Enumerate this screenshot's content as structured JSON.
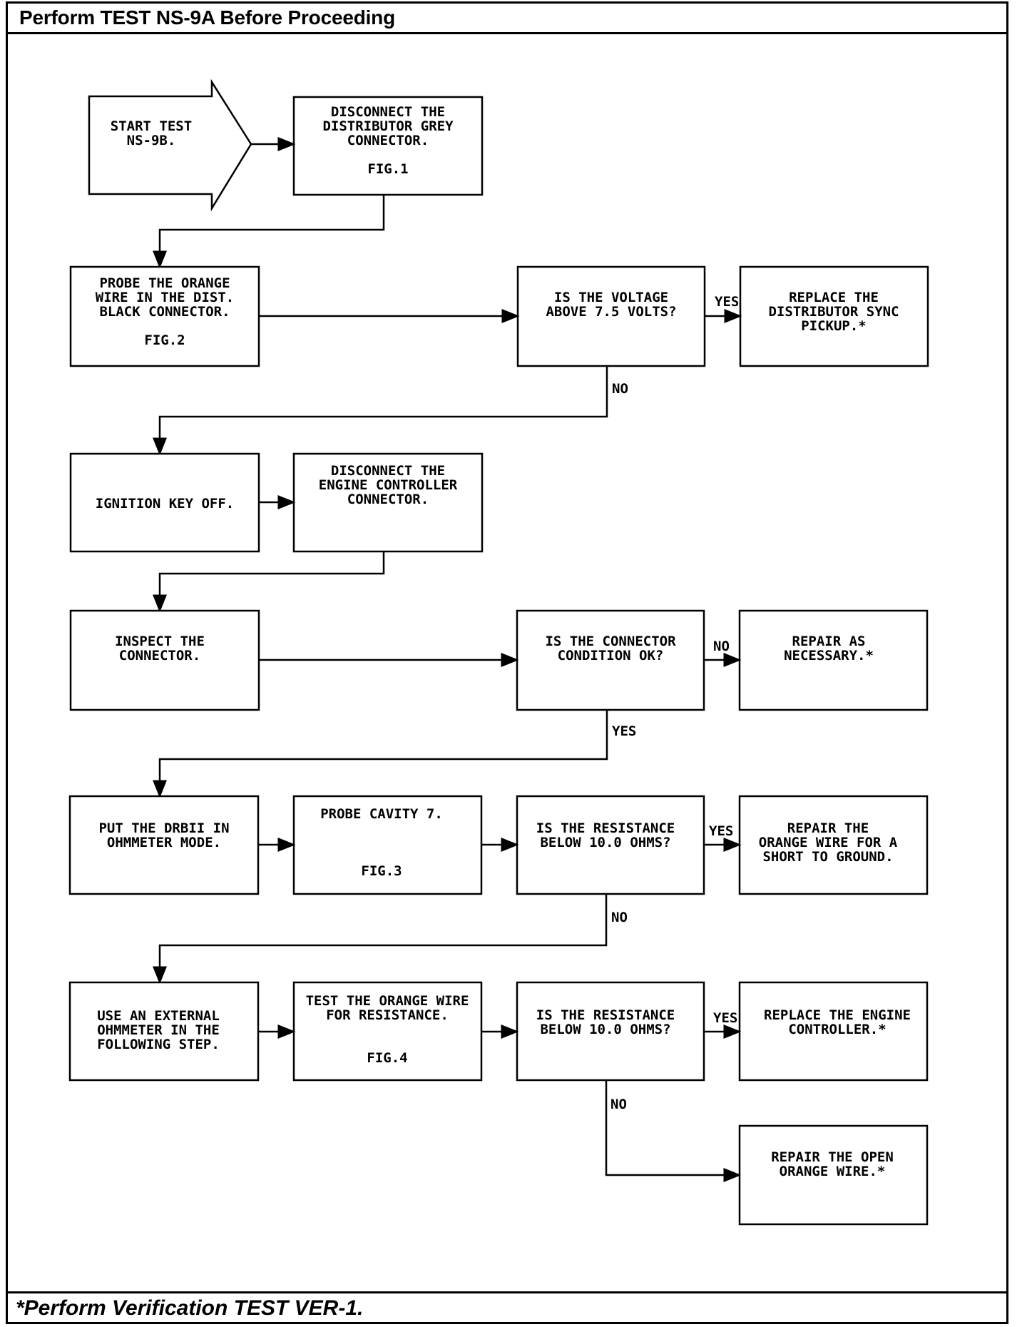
{
  "header": {
    "title": "Perform TEST NS-9A Before Proceeding"
  },
  "footer": {
    "note": "*Perform Verification TEST VER-1."
  },
  "nodes": {
    "start": [
      "START TEST",
      "NS-9B."
    ],
    "disconnect_grey": [
      "DISCONNECT THE",
      "DISTRIBUTOR GREY",
      "CONNECTOR.",
      "",
      "FIG.1"
    ],
    "probe_orange": [
      "PROBE THE ORANGE",
      "WIRE IN THE DIST.",
      "BLACK CONNECTOR.",
      "",
      "FIG.2"
    ],
    "voltage_q": [
      "IS THE VOLTAGE",
      "ABOVE 7.5 VOLTS?"
    ],
    "replace_sync": [
      "REPLACE THE",
      "DISTRIBUTOR SYNC",
      "PICKUP.*"
    ],
    "ignition_off": [
      "IGNITION KEY OFF."
    ],
    "disconnect_engine": [
      "DISCONNECT THE",
      "ENGINE CONTROLLER",
      "CONNECTOR."
    ],
    "inspect": [
      "INSPECT THE",
      "CONNECTOR."
    ],
    "connector_q": [
      "IS THE CONNECTOR",
      "CONDITION OK?"
    ],
    "repair_necessary": [
      "REPAIR AS",
      "NECESSARY.*"
    ],
    "put_drbii": [
      "PUT THE DRBII IN",
      "OHMMETER MODE."
    ],
    "probe_cavity": [
      "PROBE CAVITY 7.",
      "",
      "",
      "",
      "FIG.3"
    ],
    "resistance_q1": [
      "IS THE RESISTANCE",
      "BELOW 10.0 OHMS?"
    ],
    "repair_short": [
      "REPAIR THE",
      "ORANGE WIRE FOR A",
      "SHORT TO GROUND."
    ],
    "use_external": [
      "USE AN EXTERNAL",
      "OHMMETER IN THE",
      "FOLLOWING STEP."
    ],
    "test_orange": [
      "TEST THE ORANGE WIRE",
      "FOR RESISTANCE.",
      "",
      "",
      "FIG.4"
    ],
    "resistance_q2": [
      "IS THE RESISTANCE",
      "BELOW 10.0 OHMS?"
    ],
    "replace_engine": [
      "REPLACE THE ENGINE",
      "CONTROLLER.*"
    ],
    "repair_open": [
      "REPAIR THE OPEN",
      "ORANGE WIRE.*"
    ]
  },
  "labels": {
    "yes1": "YES",
    "no1": "NO",
    "no2": "NO",
    "yes2": "YES",
    "yes3": "YES",
    "no3": "NO",
    "yes4": "YES",
    "no4": "NO"
  }
}
